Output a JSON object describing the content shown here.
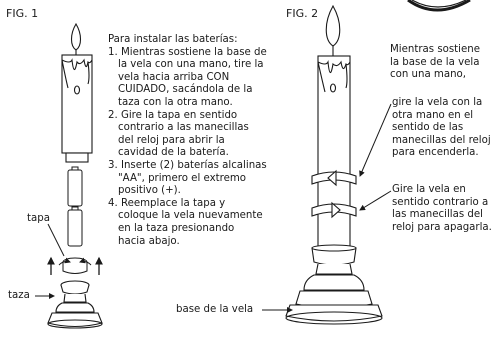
{
  "fig1": {
    "label": "FIG. 1",
    "heading": "Para instalar las baterías:",
    "steps": [
      "1. Mientras sostiene la base de",
      "la vela con una mano, tire la",
      "vela hacia arriba CON",
      "CUIDADO, sacándola de la",
      "taza con la otra mano.",
      "2. Gire la tapa en sentido",
      "contrario a las manecillas",
      "del reloj para abrir la",
      "cavidad de la batería.",
      "3. Inserte (2) baterías alcalinas",
      "\"AA\", primero el extremo",
      "positivo (+).",
      "4. Reemplace la tapa y",
      "coloque la vela nuevamente",
      "en la taza presionando",
      "hacia abajo."
    ],
    "callouts": {
      "tapa": "tapa",
      "taza": "taza"
    }
  },
  "fig2": {
    "label": "FIG. 2",
    "note1": [
      "Mientras sostiene",
      "la base de la vela",
      "con una mano,"
    ],
    "note2": [
      "gire la vela con la",
      "otra mano en el",
      "sentido de las",
      "manecillas del reloj",
      "para encenderla."
    ],
    "note3": [
      "Gire la vela en",
      "sentido contrario a",
      "las manecillas del",
      "reloj para apagarla."
    ],
    "base_label": "base de la vela"
  }
}
